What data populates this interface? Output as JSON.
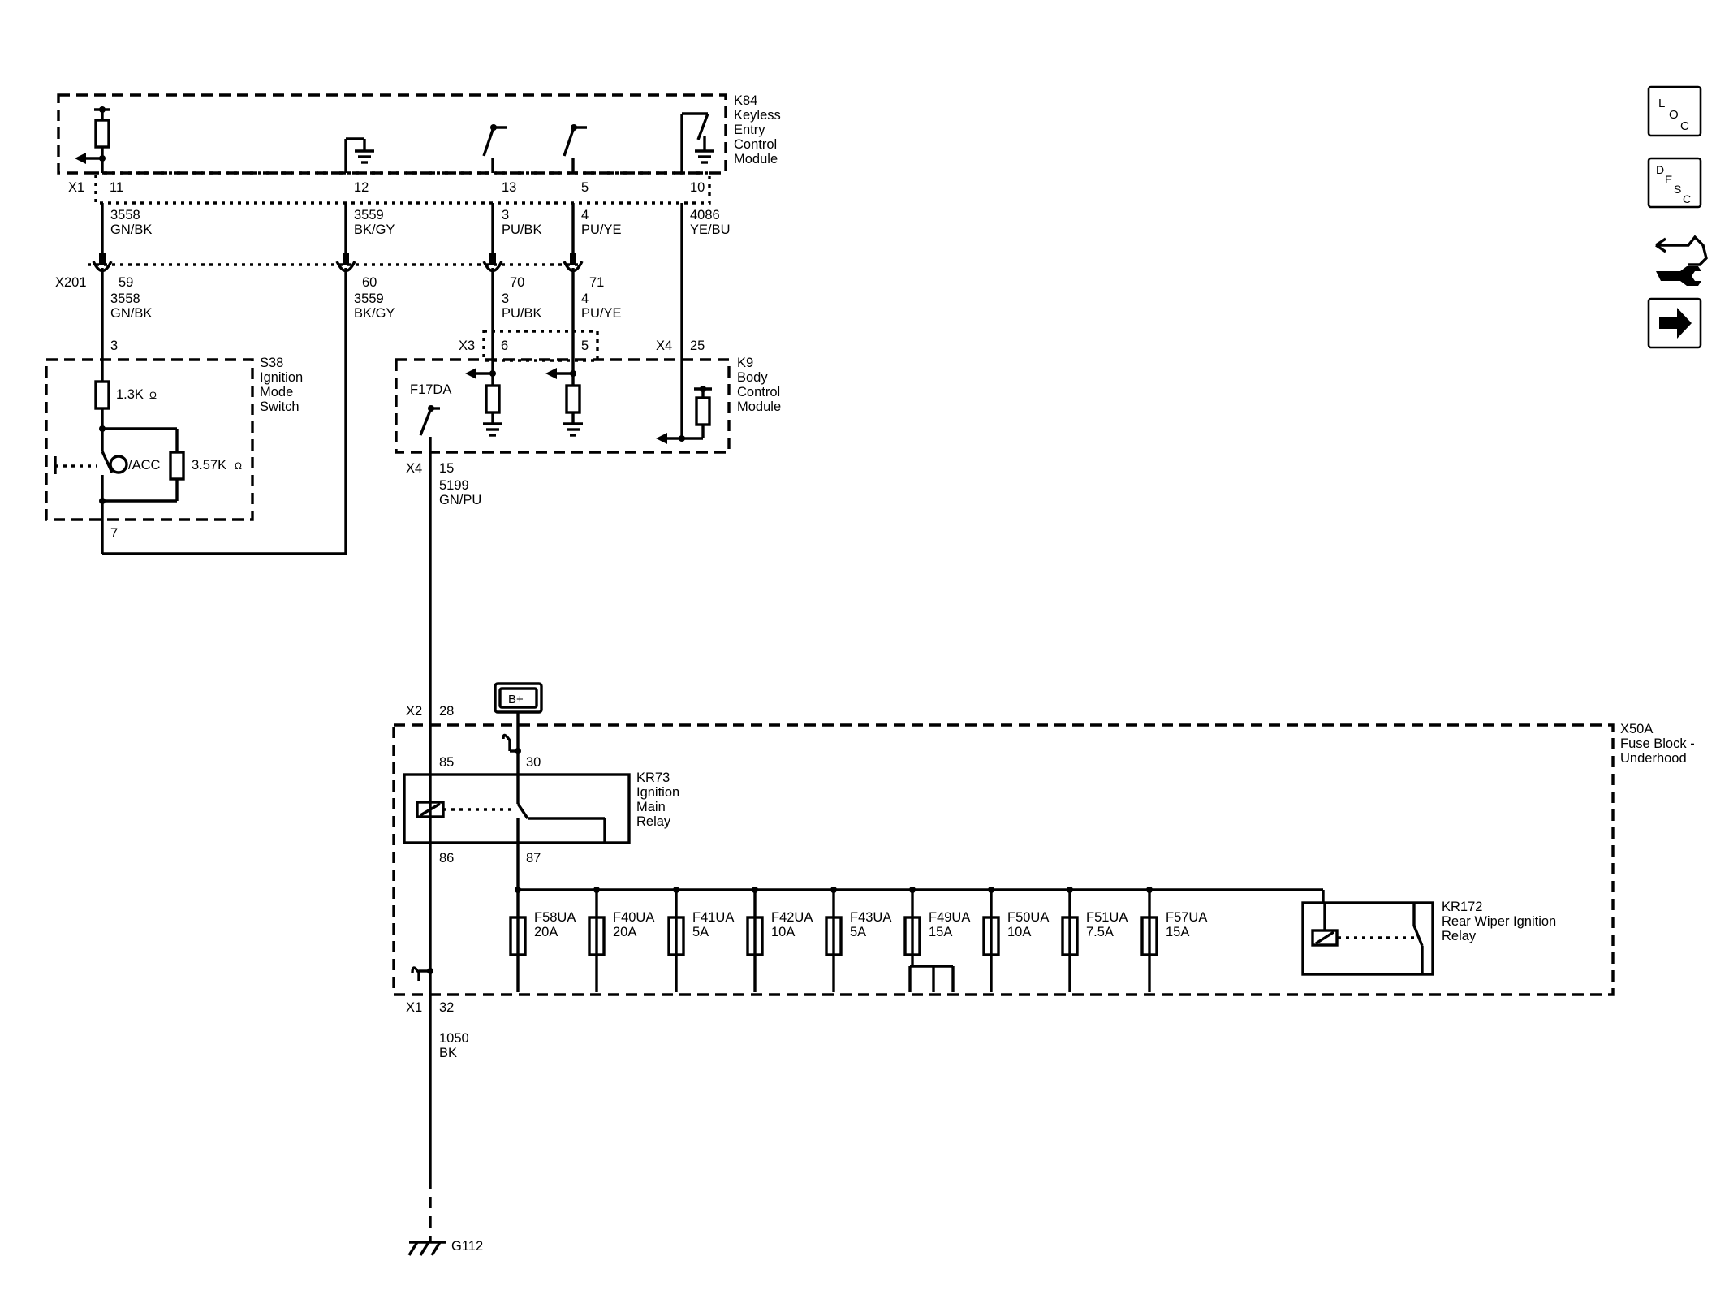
{
  "modules": {
    "k84": {
      "id": "K84",
      "line1": "Keyless",
      "line2": "Entry",
      "line3": "Control",
      "line4": "Module"
    },
    "s38": {
      "id": "S38",
      "line1": "Ignition",
      "line2": "Mode",
      "line3": "Switch"
    },
    "k9": {
      "id": "K9",
      "line1": "Body",
      "line2": "Control",
      "line3": "Module"
    },
    "x50a": {
      "id": "X50A",
      "line1": "Fuse Block -",
      "line2": "Underhood"
    },
    "kr73": {
      "id": "KR73",
      "line1": "Ignition",
      "line2": "Main",
      "line3": "Relay"
    },
    "kr172": {
      "id": "KR172",
      "line1": "Rear Wiper Ignition",
      "line2": "Relay"
    }
  },
  "connectors": {
    "x1_top": "X1",
    "x201": "X201",
    "x3": "X3",
    "x4_a": "X4",
    "x4_b": "X4",
    "x2": "X2",
    "x1_bottom": "X1"
  },
  "pins": {
    "p11": "11",
    "p12": "12",
    "p13": "13",
    "p5a": "5",
    "p10": "10",
    "p59": "59",
    "p60": "60",
    "p70": "70",
    "p71": "71",
    "p3": "3",
    "p7": "7",
    "p6": "6",
    "p5b": "5",
    "p25": "25",
    "p15": "15",
    "p28": "28",
    "p85": "85",
    "p30": "30",
    "p86": "86",
    "p87": "87",
    "p32": "32"
  },
  "wires": {
    "w1": {
      "circuit": "3558",
      "color": "GN/BK"
    },
    "w2": {
      "circuit": "3559",
      "color": "BK/GY"
    },
    "w3": {
      "circuit": "3",
      "color": "PU/BK"
    },
    "w4": {
      "circuit": "4",
      "color": "PU/YE"
    },
    "w5": {
      "circuit": "4086",
      "color": "YE/BU"
    },
    "w6": {
      "circuit": "3558",
      "color": "GN/BK"
    },
    "w7": {
      "circuit": "3559",
      "color": "BK/GY"
    },
    "w8": {
      "circuit": "3",
      "color": "PU/BK"
    },
    "w9": {
      "circuit": "4",
      "color": "PU/YE"
    },
    "w10": {
      "circuit": "5199",
      "color": "GN/PU"
    },
    "w11": {
      "circuit": "1050",
      "color": "BK"
    }
  },
  "components": {
    "r1": "1.3K",
    "r2": "3.57K",
    "ohm": "Ω",
    "acc": "/ACC",
    "f17da": "F17DA",
    "bplus": "B+",
    "ground": "G112"
  },
  "fuses": [
    {
      "name": "F58UA",
      "rating": "20A"
    },
    {
      "name": "F40UA",
      "rating": "20A"
    },
    {
      "name": "F41UA",
      "rating": "5A"
    },
    {
      "name": "F42UA",
      "rating": "10A"
    },
    {
      "name": "F43UA",
      "rating": "5A"
    },
    {
      "name": "F49UA",
      "rating": "15A"
    },
    {
      "name": "F50UA",
      "rating": "10A"
    },
    {
      "name": "F51UA",
      "rating": "7.5A"
    },
    {
      "name": "F57UA",
      "rating": "15A"
    }
  ],
  "side_buttons": {
    "loc": {
      "l1": "L",
      "l2": "O",
      "l3": "C"
    },
    "desc": {
      "l1": "D",
      "l2": "E",
      "l3": "S",
      "l4": "C"
    }
  }
}
